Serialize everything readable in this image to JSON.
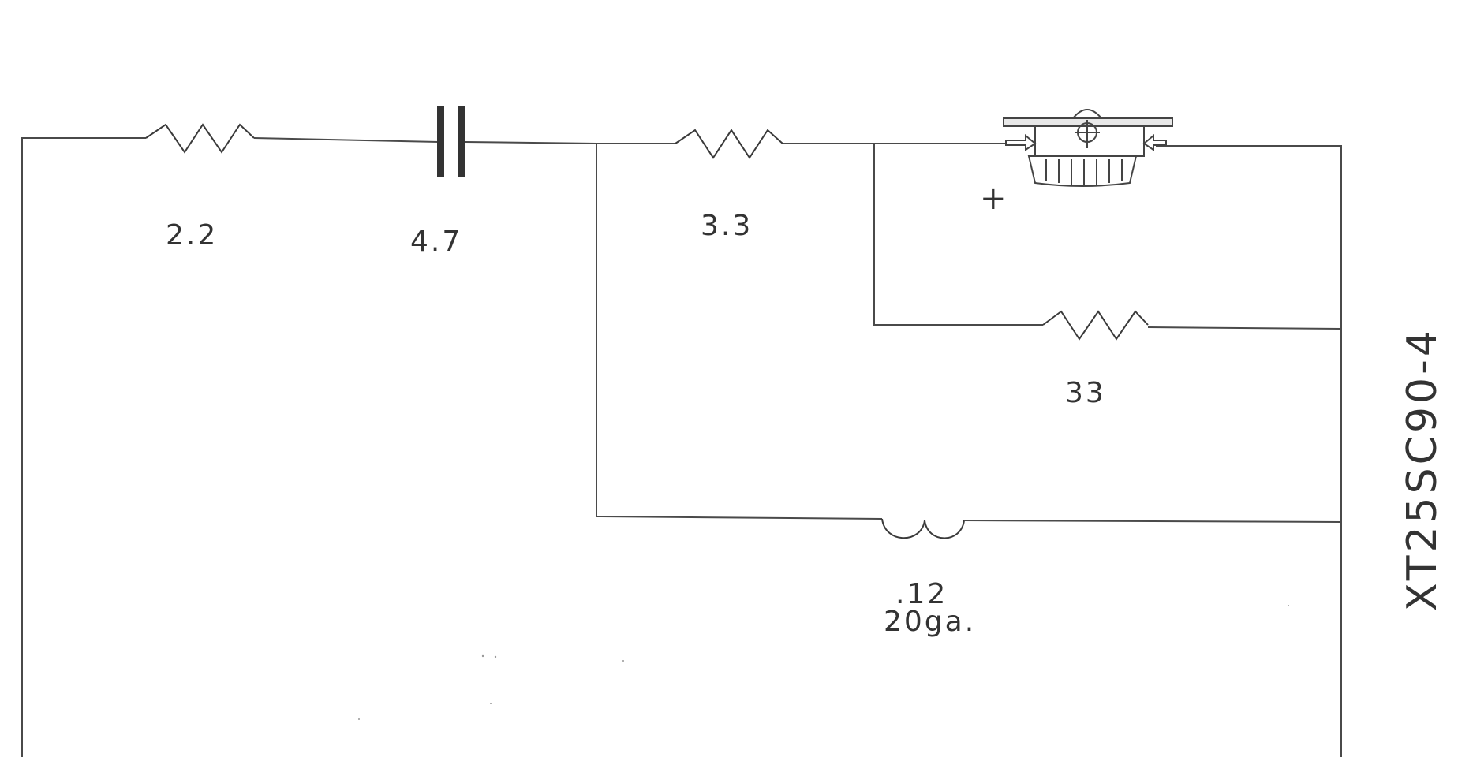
{
  "diagram": {
    "type": "crossover-schematic",
    "labels": {
      "r1": "2.2",
      "cap": "4.7",
      "r2": "3.3",
      "r3": "33",
      "inductor_value": ".12",
      "inductor_gauge": "20ga.",
      "polarity": "+",
      "part_number": "XT25SC90-4"
    },
    "icons": {
      "speaker": "tweeter-driver-icon"
    },
    "colors": {
      "line": "#4a4a4a",
      "text": "#333333",
      "background": "#ffffff"
    }
  }
}
